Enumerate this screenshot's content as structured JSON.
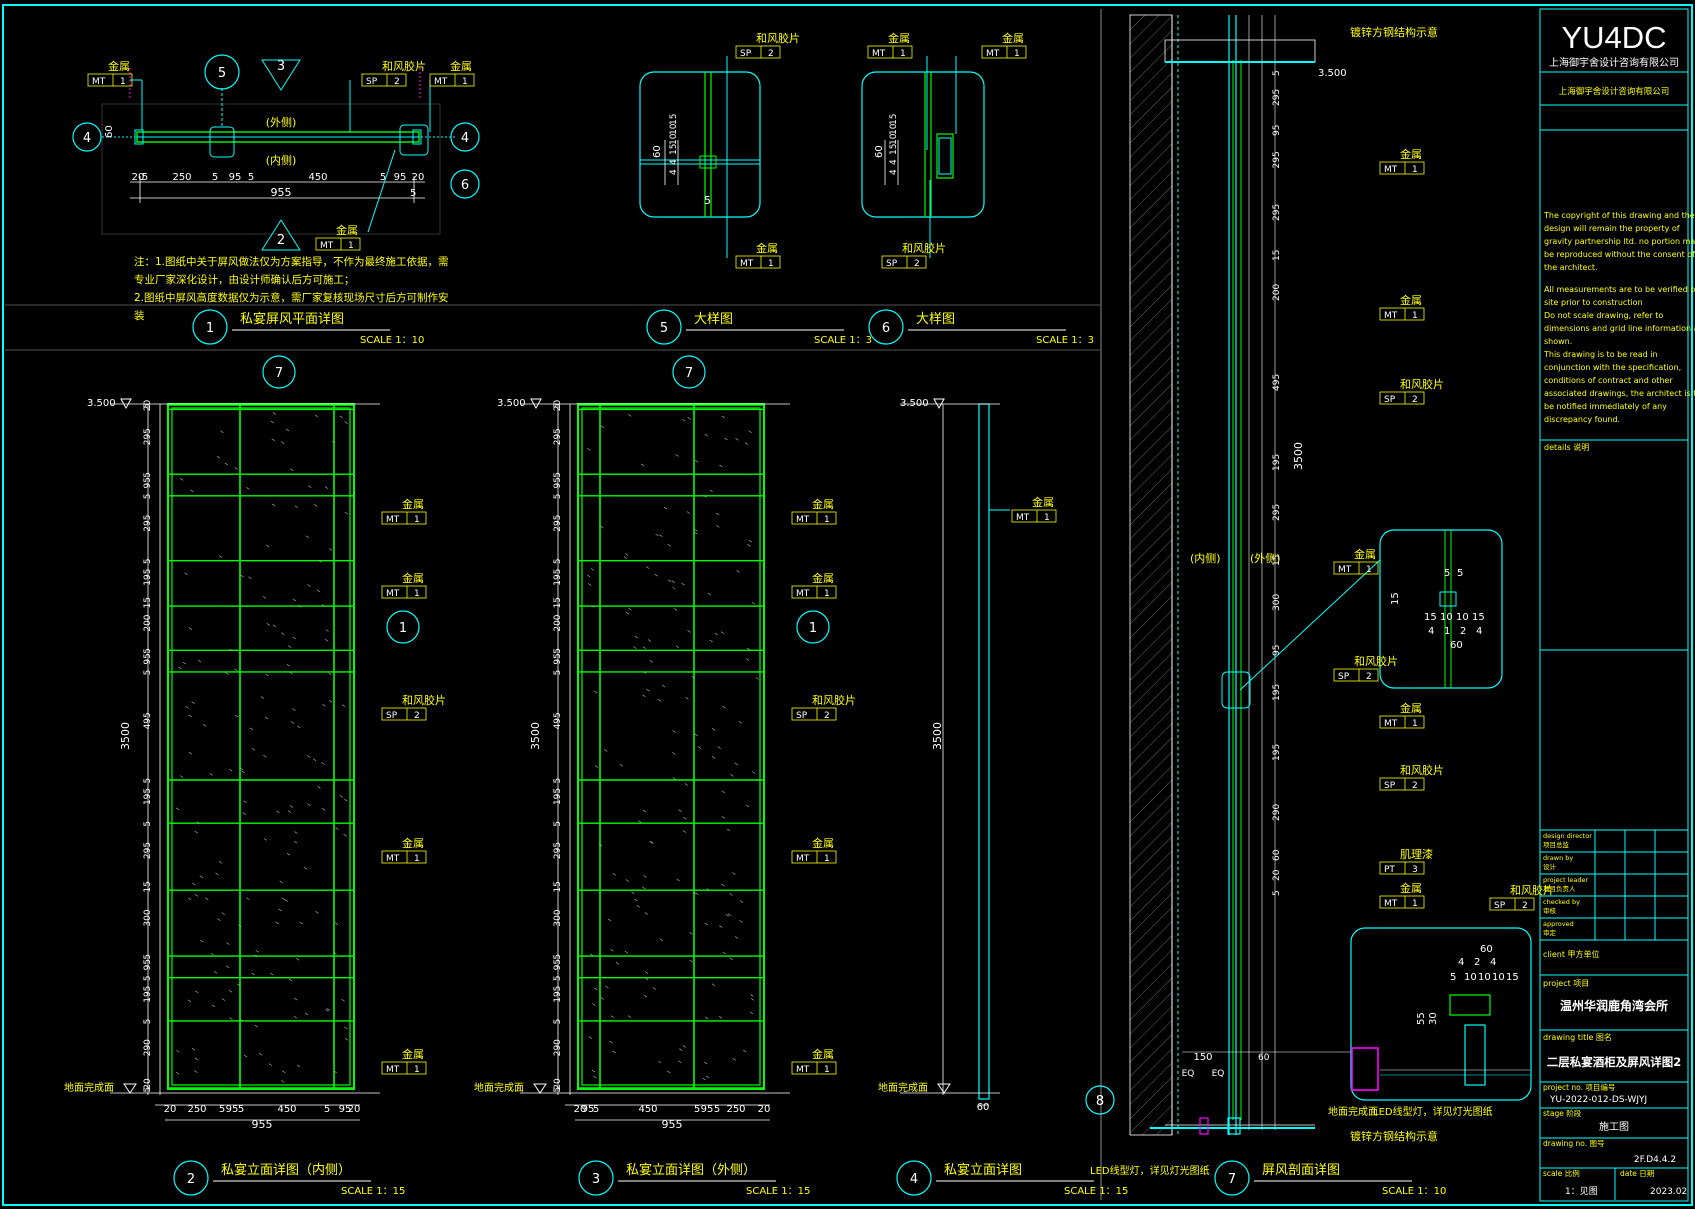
{
  "company": {
    "logo_text": "YU4DC",
    "name_cn": "上海御宇舍设计咨询有限公司"
  },
  "notes": {
    "cn": [
      "注：1.图纸中关于屏风做法仅为方案指导，不作为最终施工依据，需",
      "专业厂家深化设计，由设计师确认后方可施工；",
      "2.图纸中屏风高度数据仅为示意，需厂家复核现场尺寸后方可制作安",
      "装"
    ],
    "en": [
      "All measurements are to be verified on",
      "site prior to construction",
      "Do not scale drawing, refer to",
      "dimensions and grid line information as",
      "shown.",
      "This drawing is to be read in",
      "conjunction with the specification,",
      "conditions of contract and other",
      "associated drawings, the architect is to",
      "be notified immediately of any",
      "discrepancy found."
    ],
    "copyright": [
      "The copyright of this drawing and the",
      "design will remain the property of",
      "gravity partnership ltd. no portion may",
      "be reproduced without the consent of",
      "the architect."
    ]
  },
  "materials": {
    "metal": "金属",
    "metal_code": "MT",
    "metal_no": "1",
    "glass": "和风胶片",
    "glass_code": "SP",
    "glass_no": "2",
    "paint": "肌理漆",
    "paint_code": "PT",
    "paint_no": "3"
  },
  "labels": {
    "outer": "(外侧)",
    "inner": "(内侧)",
    "level": "3.500",
    "floor": "地面完成面",
    "steel": "镀锌方钢结构示意",
    "led": "LED线型灯，详见灯光图纸",
    "led2": "LED线型灯，详见灯光图纸",
    "dim_3500": "3500",
    "dim_955": "955",
    "dim_150": "150",
    "dim_60": "60",
    "eq": "EQ"
  },
  "views": [
    {
      "num": "1",
      "title": "私宴屏风平面详图",
      "scale": "SCALE 1：10"
    },
    {
      "num": "5",
      "title": "大样图",
      "scale": "SCALE 1：3"
    },
    {
      "num": "6",
      "title": "大样图",
      "scale": "SCALE 1：3"
    },
    {
      "num": "2",
      "title": "私宴立面详图（内侧）",
      "scale": "SCALE 1：15"
    },
    {
      "num": "3",
      "title": "私宴立面详图（外侧）",
      "scale": "SCALE 1：15"
    },
    {
      "num": "4",
      "title": "私宴立面详图",
      "scale": "SCALE 1：15"
    },
    {
      "num": "7",
      "title": "屏风剖面详图",
      "scale": "SCALE 1：10"
    }
  ],
  "callouts": {
    "c1": "1",
    "c2": "2",
    "c3": "3",
    "c4": "4",
    "c5": "5",
    "c6": "6",
    "c7": "7",
    "c8": "8"
  },
  "plan_dims": [
    "20",
    "5",
    "250",
    "5",
    "95",
    "5",
    "450",
    "5",
    "95",
    "20",
    "955",
    "60",
    "5"
  ],
  "elev_dims": [
    "5",
    "20",
    "295",
    "5",
    "95",
    "5",
    "295",
    "5",
    "195",
    "15",
    "200",
    "5",
    "95",
    "5",
    "495",
    "5",
    "195",
    "5",
    "295",
    "15",
    "300",
    "5",
    "95",
    "5",
    "195",
    "5",
    "290",
    "20",
    "5"
  ],
  "elev_bottom": [
    "20",
    "250",
    "5",
    "95",
    "5",
    "450",
    "5",
    "95",
    "20"
  ],
  "detail_dims": [
    "4",
    "4",
    "15",
    "15",
    "10",
    "10",
    "15",
    "60",
    "5"
  ],
  "title_block": {
    "details_label": "details 说明",
    "rows": [
      "design director",
      "项目总监",
      "drawn by",
      "设计",
      "project leader",
      "项目负责人",
      "checked by",
      "审核",
      "approved",
      "审定",
      "client 甲方单位"
    ],
    "project_label": "project 项目",
    "project": "温州华润鹿角湾会所",
    "drawing_title_label": "drawing title 图名",
    "drawing_title": "二层私宴酒柜及屏风详图2",
    "project_no_label": "project no. 项目编号",
    "project_no": "YU-2022-012-DS-WJYJ",
    "stage_label": "stage 阶段",
    "stage": "施工图",
    "drawing_no_label": "drawing no. 图号",
    "drawing_no": "2F.D4.4.2",
    "scale_label": "scale 比例",
    "scale": "1：见图",
    "date_label": "date 日期",
    "date": "2023.02"
  }
}
